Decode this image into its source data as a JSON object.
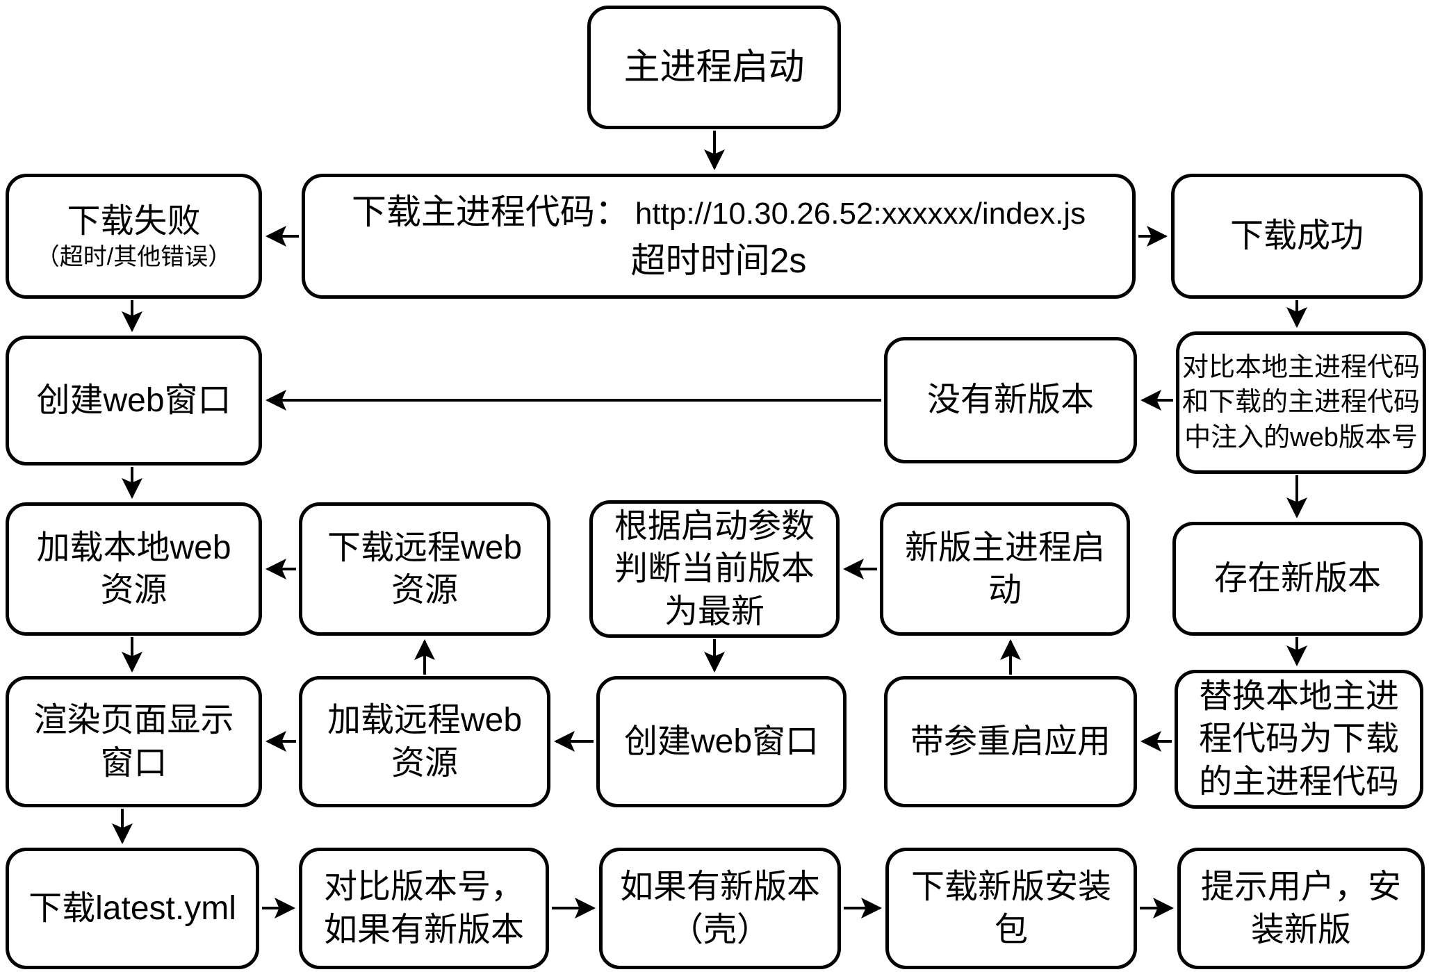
{
  "diagram": {
    "type": "flowchart",
    "colors": {
      "stroke": "#000000",
      "node_fill": "#ffffff",
      "background": "#ffffff"
    },
    "nodes": {
      "start": {
        "label": "主进程启动"
      },
      "fail": {
        "label": "下载失败",
        "sublabel": "（超时/其他错误）"
      },
      "download": {
        "label": "下载主进程代码：",
        "url": "http://10.30.26.52:xxxxxx/index.js",
        "timeout": "超时时间2s"
      },
      "success": {
        "label": "下载成功"
      },
      "create_win_1": {
        "label": "创建web窗口"
      },
      "no_new_version": {
        "label": "没有新版本"
      },
      "compare_injected": {
        "label": "对比本地主进程代码\n和下载的主进程代码\n中注入的web版本号"
      },
      "load_local": {
        "label": "加载本地web\n资源"
      },
      "download_remote": {
        "label": "下载远程web\n资源"
      },
      "judge_latest": {
        "label": "根据启动参数\n判断当前版本\n为最新"
      },
      "new_main_start": {
        "label": "新版主进程启\n动"
      },
      "exists_new": {
        "label": "存在新版本"
      },
      "render_page": {
        "label": "渲染页面显示\n窗口"
      },
      "load_remote": {
        "label": "加载远程web\n资源"
      },
      "create_win_2": {
        "label": "创建web窗口"
      },
      "restart_with_args": {
        "label": "带参重启应用"
      },
      "replace_code": {
        "label": "替换本地主进\n程代码为下载\n的主进程代码"
      },
      "dl_latest_yml": {
        "label": "下载latest.yml"
      },
      "compare_version": {
        "label": "对比版本号，\n如果有新版本"
      },
      "if_new_shell": {
        "label": "如果有新版本\n（壳）"
      },
      "dl_installer": {
        "label": "下载新版安装\n包"
      },
      "prompt_install": {
        "label": "提示用户，安\n装新版"
      }
    },
    "edges": [
      {
        "from": "start",
        "to": "download"
      },
      {
        "from": "download",
        "to": "fail"
      },
      {
        "from": "download",
        "to": "success"
      },
      {
        "from": "fail",
        "to": "create_win_1"
      },
      {
        "from": "success",
        "to": "compare_injected"
      },
      {
        "from": "compare_injected",
        "to": "no_new_version"
      },
      {
        "from": "no_new_version",
        "to": "create_win_1"
      },
      {
        "from": "create_win_1",
        "to": "load_local"
      },
      {
        "from": "download_remote",
        "to": "load_local"
      },
      {
        "from": "new_main_start",
        "to": "judge_latest"
      },
      {
        "from": "compare_injected",
        "to": "exists_new"
      },
      {
        "from": "load_local",
        "to": "render_page"
      },
      {
        "from": "load_remote",
        "to": "render_page"
      },
      {
        "from": "create_win_2",
        "to": "load_remote"
      },
      {
        "from": "load_remote",
        "to": "download_remote"
      },
      {
        "from": "judge_latest",
        "to": "create_win_2"
      },
      {
        "from": "restart_with_args",
        "to": "new_main_start"
      },
      {
        "from": "replace_code",
        "to": "restart_with_args"
      },
      {
        "from": "exists_new",
        "to": "replace_code"
      },
      {
        "from": "render_page",
        "to": "dl_latest_yml"
      },
      {
        "from": "dl_latest_yml",
        "to": "compare_version"
      },
      {
        "from": "compare_version",
        "to": "if_new_shell"
      },
      {
        "from": "if_new_shell",
        "to": "dl_installer"
      },
      {
        "from": "dl_installer",
        "to": "prompt_install"
      }
    ]
  }
}
